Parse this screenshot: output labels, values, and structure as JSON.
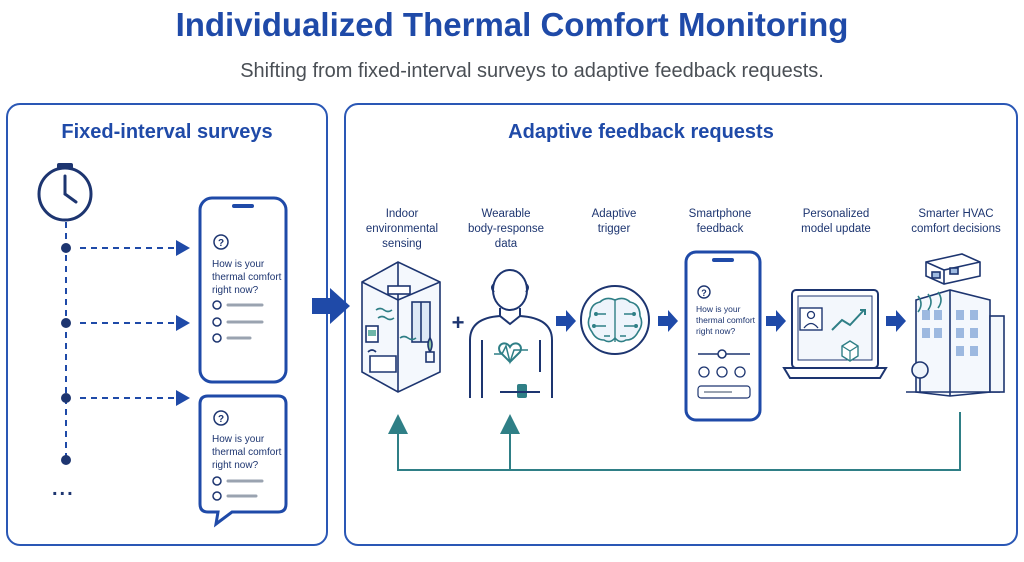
{
  "header": {
    "title": "Individualized Thermal Comfort Monitoring",
    "subtitle": "Shifting from fixed-interval surveys to adaptive feedback requests."
  },
  "left_panel": {
    "title": "Fixed-interval surveys",
    "survey_prompt": {
      "line1": "How is your",
      "line2": "thermal comfort",
      "line3": "right now?"
    },
    "ellipsis": "..."
  },
  "right_panel": {
    "title": "Adaptive feedback requests",
    "steps": [
      {
        "line1": "Indoor",
        "line2": "environmental",
        "line3": "sensing"
      },
      {
        "line1": "Wearable",
        "line2": "body-response",
        "line3": "data"
      },
      {
        "line1": "Adaptive",
        "line2": "trigger",
        "line3": ""
      },
      {
        "line1": "Smartphone",
        "line2": "feedback",
        "line3": ""
      },
      {
        "line1": "Personalized",
        "line2": "model update",
        "line3": ""
      },
      {
        "line1": "Smarter HVAC",
        "line2": "comfort decisions",
        "line3": ""
      }
    ],
    "plus": "+",
    "phone_prompt": {
      "line1": "How is your",
      "line2": "thermal comfort",
      "line3": "right now?"
    }
  },
  "colors": {
    "primary": "#1f4aa8",
    "dark": "#1d3570",
    "teal": "#2f7f86",
    "light_blue": "#9db9e0"
  }
}
